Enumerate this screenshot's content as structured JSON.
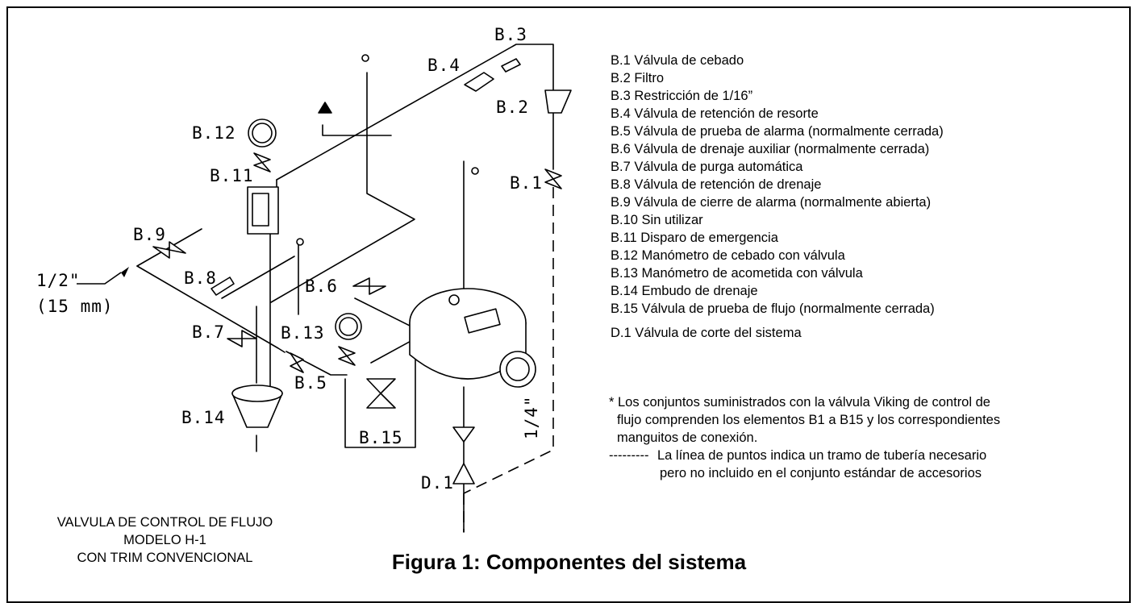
{
  "labels": {
    "b1": "B.1",
    "b2": "B.2",
    "b3": "B.3",
    "b4": "B.4",
    "b5": "B.5",
    "b6": "B.6",
    "b7": "B.7",
    "b8": "B.8",
    "b9": "B.9",
    "b11": "B.11",
    "b12": "B.12",
    "b13": "B.13",
    "b14": "B.14",
    "b15": "B.15",
    "d1": "D.1",
    "inlet_size": "1/2\"",
    "inlet_mm": "(15 mm)",
    "pipe_quarter": "1/4\""
  },
  "legend": [
    "B.1 Válvula de cebado",
    "B.2 Filtro",
    "B.3 Restricción de 1/16”",
    "B.4 Válvula de retención de resorte",
    "B.5 Válvula de prueba de alarma (normalmente cerrada)",
    "B.6 Válvula de drenaje auxiliar (normalmente cerrada)",
    "B.7 Válvula de purga automática",
    "B.8 Válvula de retención de drenaje",
    "B.9 Válvula de cierre de alarma (normalmente abierta)",
    "B.10 Sin utilizar",
    "B.11 Disparo de emergencia",
    "B.12 Manómetro de cebado con válvula",
    "B.13 Manómetro de acometida con válvula",
    "B.14 Embudo de drenaje",
    "B.15 Válvula de prueba de flujo (normalmente cerrada)"
  ],
  "legend_extra": "D.1 Válvula de corte del sistema",
  "note": {
    "star_line1": "* Los conjuntos suministrados con la válvula Viking de control de",
    "star_line2": "flujo comprenden los elementos B1 a B15 y los correspondientes",
    "star_line3": "manguitos de conexión.",
    "dots": "---------",
    "dots_line1": "La línea de puntos indica un tramo de tubería necesario",
    "dots_line2": "pero no incluido en el conjunto estándar de accesorios"
  },
  "caption": {
    "line1": "VALVULA DE CONTROL DE FLUJO MODELO H-1",
    "line2": "CON TRIM CONVENCIONAL"
  },
  "figure_title": "Figura 1: Componentes del sistema"
}
